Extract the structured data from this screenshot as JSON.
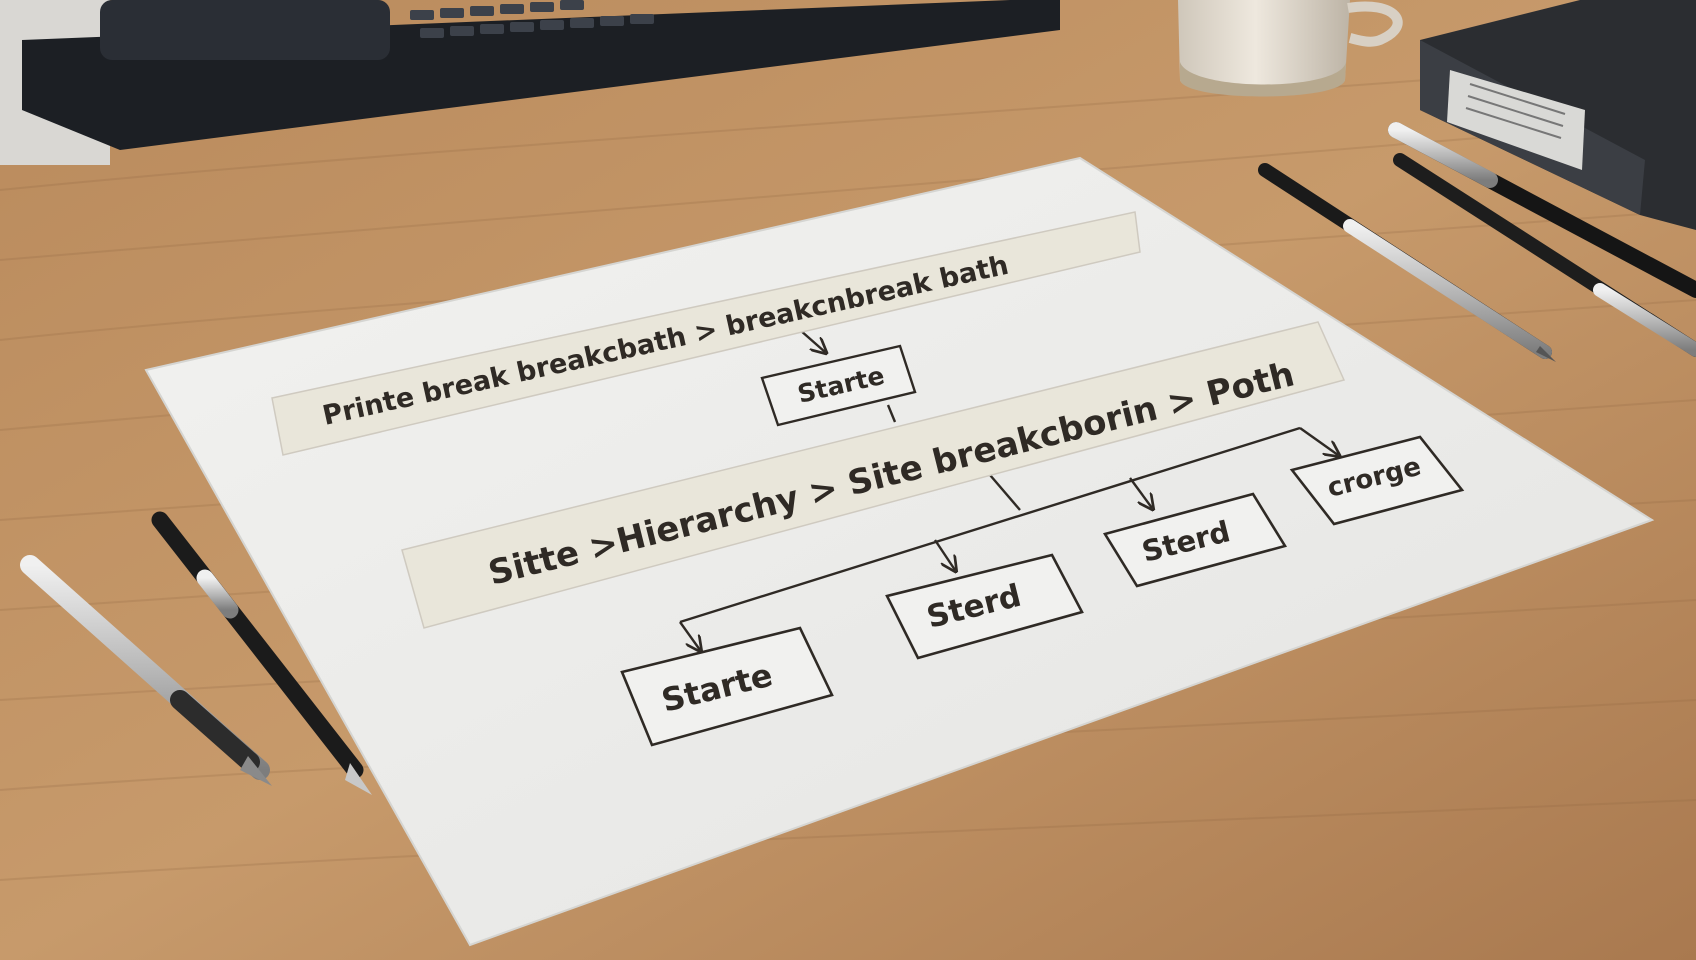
{
  "scene": {
    "colors": {
      "wood_light": "#c79a6b",
      "wood_dark": "#9a7048",
      "paper": "#eeeeec",
      "strip": "#e9e6da",
      "ink": "#2f2a25",
      "monitor": "#1c1f24",
      "book": "#2b2d31",
      "mug": "#ddd6cb"
    },
    "strips": {
      "top": "Printe break breakcbath > breakcnbreak bath",
      "middle": "Sitte >Hierarchy > Site breakcborin > Poth"
    },
    "boxes": {
      "top_child": "Starte",
      "left": "Starte",
      "center": "Sterd",
      "right_center": "Sterd",
      "far_right": "crorge"
    },
    "icons": [
      "pen-icon",
      "pen-icon",
      "pen-icon",
      "pen-icon",
      "mug-icon",
      "binder-icon",
      "keyboard-icon"
    ]
  }
}
